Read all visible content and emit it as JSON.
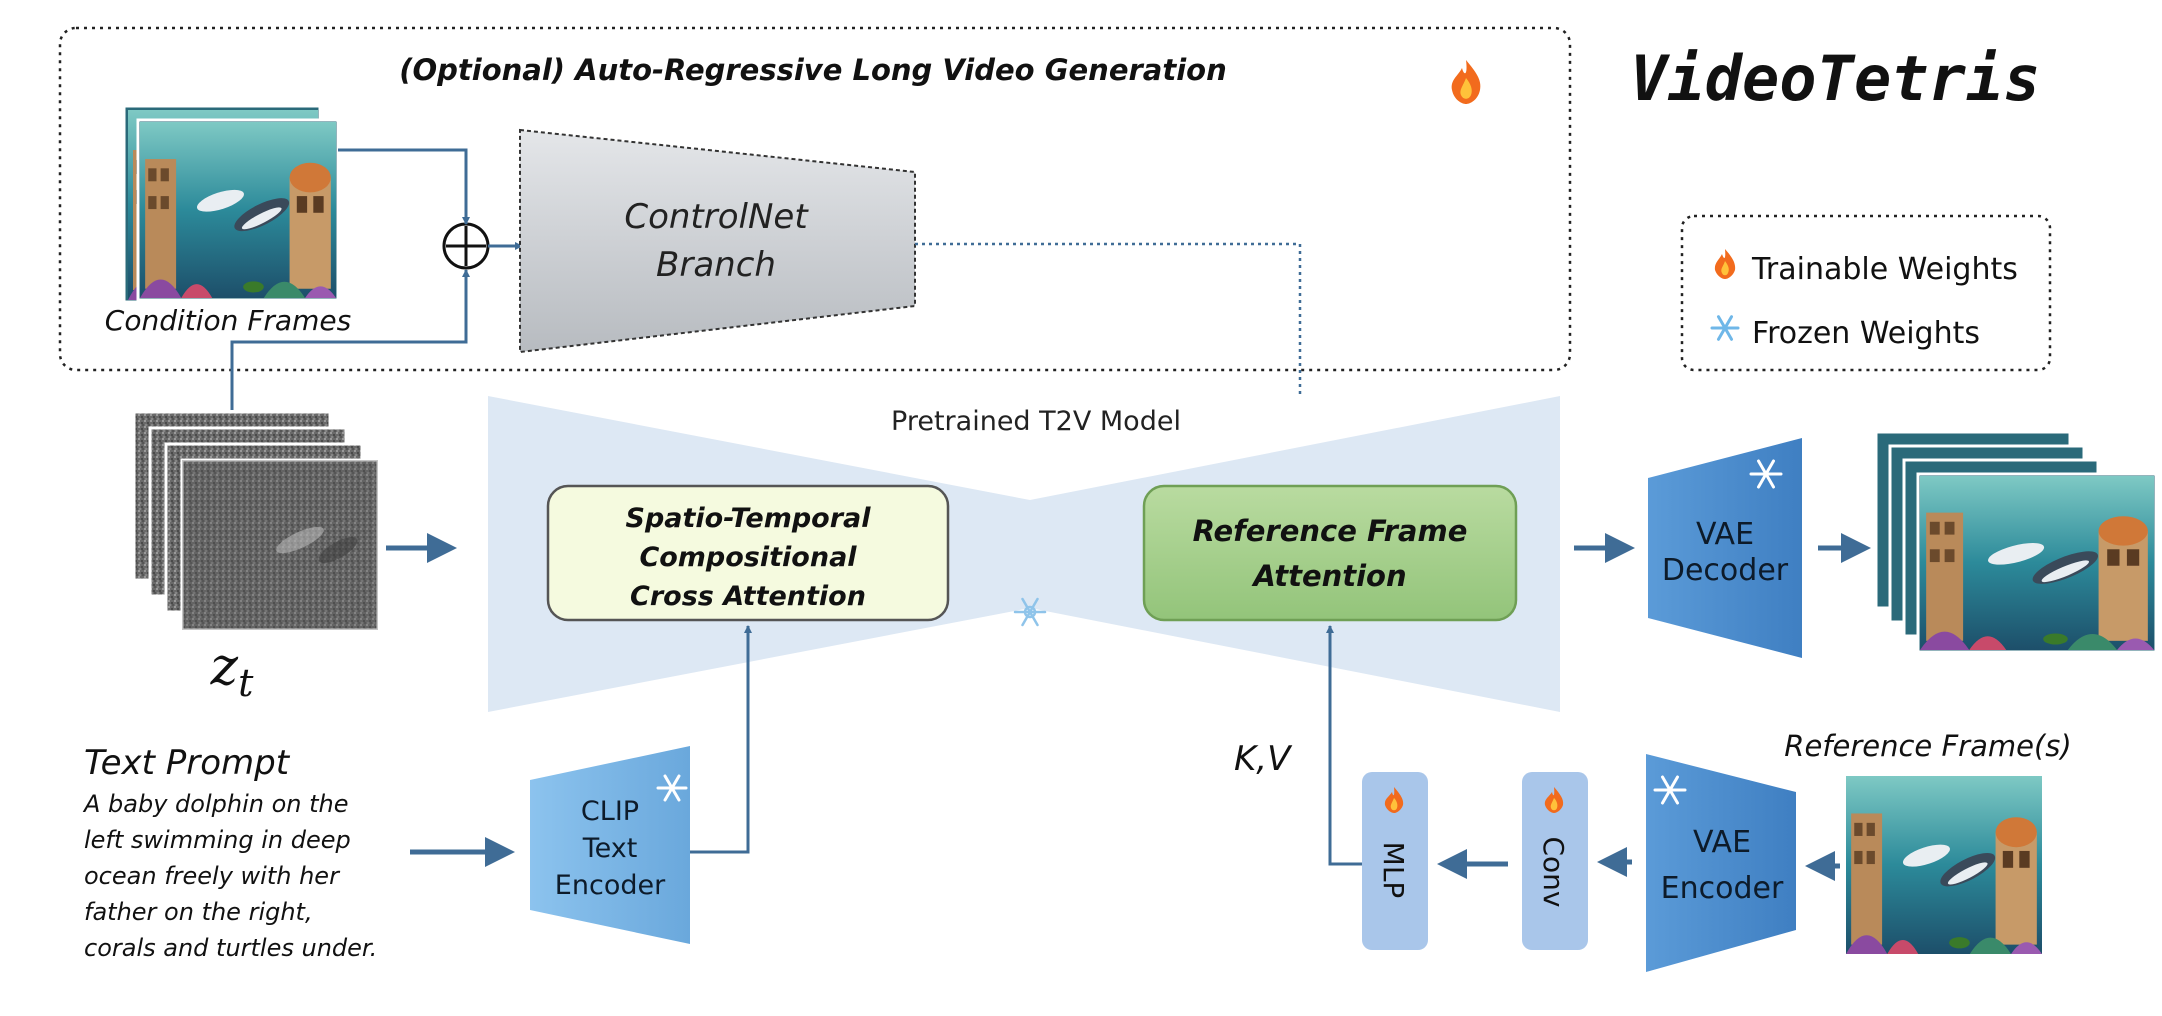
{
  "brand": {
    "name": "VideoTetris"
  },
  "optional_box": {
    "title": "(Optional) Auto-Regressive Long Video Generation"
  },
  "condition_frames": {
    "caption": "Condition Frames"
  },
  "controlnet": {
    "line1": "ControlNet",
    "line2": "Branch"
  },
  "legend": {
    "trainable": "Trainable Weights",
    "frozen": "Frozen Weights"
  },
  "t2v": {
    "title": "Pretrained T2V Model"
  },
  "spatio": {
    "line1": "Spatio-Temporal",
    "line2": "Compositional",
    "line3": "Cross Attention"
  },
  "reference_attention": {
    "line1": "Reference Frame",
    "line2": "Attention"
  },
  "noise": {
    "label_base": "z",
    "label_sub": "t"
  },
  "vae_decoder": {
    "line1": "VAE",
    "line2": "Decoder"
  },
  "text_prompt": {
    "title": "Text Prompt",
    "lines": [
      "A baby dolphin on the",
      "left swimming in deep",
      "ocean freely with her",
      "father on the right,",
      "corals and turtles under."
    ]
  },
  "clip": {
    "line1": "CLIP",
    "line2": "Text",
    "line3": "Encoder"
  },
  "kv": {
    "label": "K,V"
  },
  "mlp": {
    "label": "MLP"
  },
  "conv": {
    "label": "Conv"
  },
  "vae_encoder": {
    "line1": "VAE",
    "line2": "Encoder"
  },
  "reference_frames": {
    "caption": "Reference Frame(s)"
  },
  "colors": {
    "arrow": "#3f6c96",
    "t2v_fill": "#dde8f4",
    "spatio_fill": "#f5fadf",
    "reference_fill": "#a9d08e",
    "vae_fill": "#4f8fd0",
    "clip_fill": "#7fb7e6",
    "small_block_fill": "#a9c6ea",
    "controlnet_fill": "#c9ccd0"
  }
}
